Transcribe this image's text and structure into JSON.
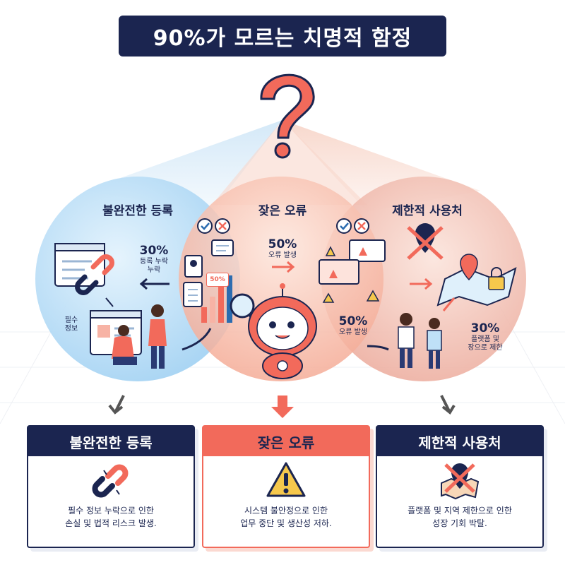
{
  "title": "90%가 모르는 치명적 함정",
  "circles": [
    {
      "label": "불완전한 등록",
      "stat_value": "30%",
      "stat_lines": [
        "등록 누락",
        "누락"
      ],
      "side_note": [
        "필수",
        "정보"
      ]
    },
    {
      "label": "잦은 오류",
      "stat_value": "50%",
      "stat_lines": [
        "오류 발생"
      ],
      "chip_text": "50%"
    },
    {
      "label": "제한적 사용처",
      "stat_value_a": "50%",
      "stat_lines_a": [
        "오류 발생"
      ],
      "stat_value_b": "30%",
      "stat_lines_b": [
        "플랫폼 및",
        "장으로 제한"
      ]
    }
  ],
  "cards": [
    {
      "header": "불완전한 등록",
      "header_color": "#1b2550",
      "icon": "broken-link-icon",
      "text_lines": [
        "필수 정보 누락으로 인한",
        "손실 및 법적 리스크 발생."
      ]
    },
    {
      "header": "잦은 오류",
      "header_color": "#f26a5b",
      "icon": "warning-icon",
      "text_lines": [
        "시스템 불안정으로 인한",
        "업무 중단 및 생산성 저하."
      ]
    },
    {
      "header": "제한적 사용처",
      "header_color": "#1b2550",
      "icon": "restricted-map-icon",
      "text_lines": [
        "플랫폼 및 지역 제한으로 인한",
        "성장 기회 박탈."
      ]
    }
  ],
  "colors": {
    "navy": "#1b2550",
    "coral": "#f26a5b",
    "blue_circle": "#bfe0f7",
    "peach_circle": "#f9c9b8"
  }
}
